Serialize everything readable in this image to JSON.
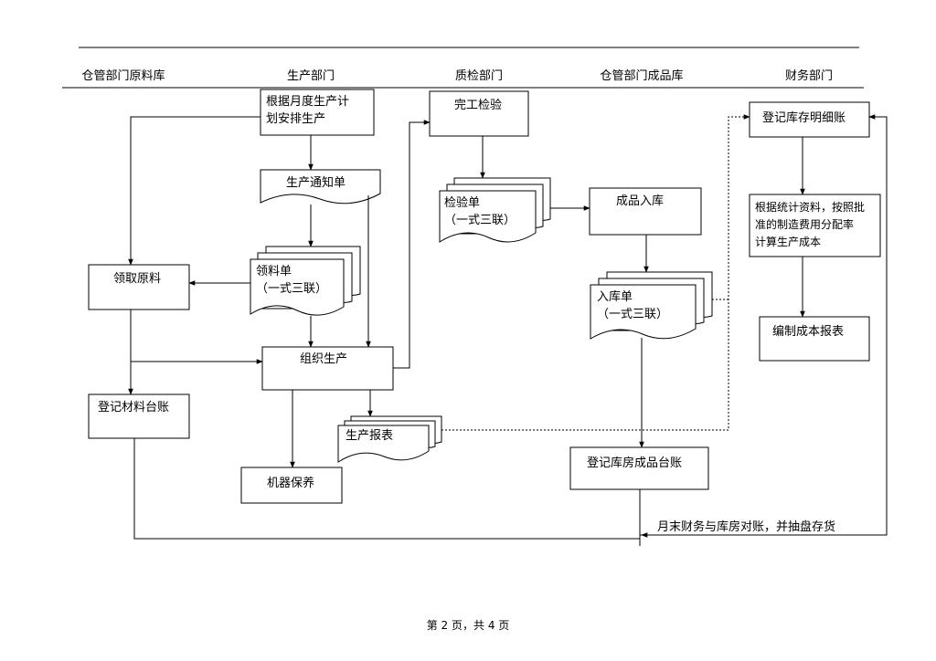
{
  "columns": [
    "仓管部门原料库",
    "生产部门",
    "质检部门",
    "仓管部门成品库",
    "财务部门"
  ],
  "nodes": {
    "plan": "根据月度生产计\n划安排生产",
    "notice": "生产通知单",
    "requisition": "领料单\n（一式三联）",
    "receive_material": "领取原料",
    "organize": "组织生产",
    "material_ledger": "登记材料台账",
    "prod_report": "生产报表",
    "maintenance": "机器保养",
    "inspection": "完工检验",
    "inspect_form": "检验单\n（一式三联）",
    "warehousing": "成品入库",
    "stock_in_form": "入库单\n（一式三联）",
    "warehouse_ledger": "登记库房成品台账",
    "inventory_detail": "登记库存明细账",
    "cost_alloc": "根据统计资料，按照批\n准的制造费用分配率\n计算生产成本",
    "cost_report": "编制成本报表"
  },
  "month_end_note": "月末财务与库房对账，并抽盘存货",
  "footer": "第 2 页，共 4 页"
}
